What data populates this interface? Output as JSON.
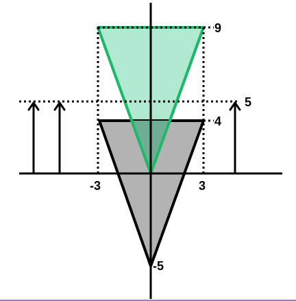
{
  "colors": {
    "green_fill": "#b0e8d0",
    "green_stroke": "#1db86a",
    "gray_fill": "#b3b3b3",
    "overlap_fill": "#6fae94",
    "ink": "#000000",
    "bottom_rule": "#a07ae8"
  },
  "labels": {
    "top_value": "9",
    "mid_value": "4",
    "side_value": "5",
    "bottom_value": "-5",
    "left_x": "-3",
    "right_x": "3"
  }
}
